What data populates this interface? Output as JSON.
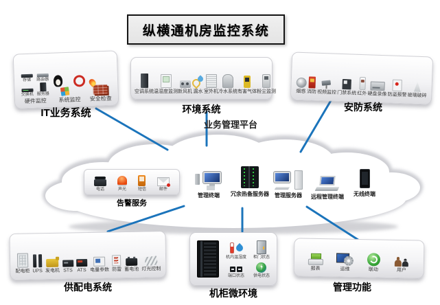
{
  "title": "纵横通机房监控系统",
  "colors": {
    "connector": "#1b74bb",
    "cloud_fill": "#ffffff",
    "cloud_rim": "#cdced3"
  },
  "center": {
    "platform_label": "业务管理平台",
    "alarm": {
      "title": "告警服务",
      "items": [
        "电话",
        "声光",
        "短信",
        "邮件"
      ]
    },
    "devices": [
      "管理终端",
      "冗余热备服务器",
      "管理服务器",
      "远程管理终端",
      "无线终端"
    ]
  },
  "groups": {
    "it": {
      "title": "IT业务系统",
      "hw": {
        "label": "硬件监控",
        "items": [
          "存储",
          "路由器",
          "交换机",
          "服务器"
        ]
      },
      "sys": {
        "label": "系统监控"
      },
      "sec": {
        "label": "安全检查"
      }
    },
    "env": {
      "title": "环境系统",
      "items": [
        "空调系统",
        "温湿度监测",
        "新风机",
        "漏水",
        "室外机",
        "冷水系统",
        "有害气体",
        "粉尘监测"
      ]
    },
    "security": {
      "title": "安防系统",
      "items": [
        "烟感",
        "消防",
        "视频监控",
        "门禁系统",
        "红外",
        "硬盘录像",
        "防盗报警",
        "玻璃破碎"
      ]
    },
    "power": {
      "title": "供配电系统",
      "items": [
        "配电柜",
        "UPS",
        "发电机",
        "STS",
        "ATS",
        "电量参数",
        "防雷",
        "蓄电池",
        "灯光控制"
      ]
    },
    "cabinet": {
      "title": "机柜微环境",
      "items": [
        "机内温湿度",
        "柜门状态",
        "端口状态",
        "供电状态"
      ]
    },
    "mgmt": {
      "title": "管理功能",
      "items": [
        "报表",
        "运维",
        "联动",
        "用户"
      ]
    }
  }
}
